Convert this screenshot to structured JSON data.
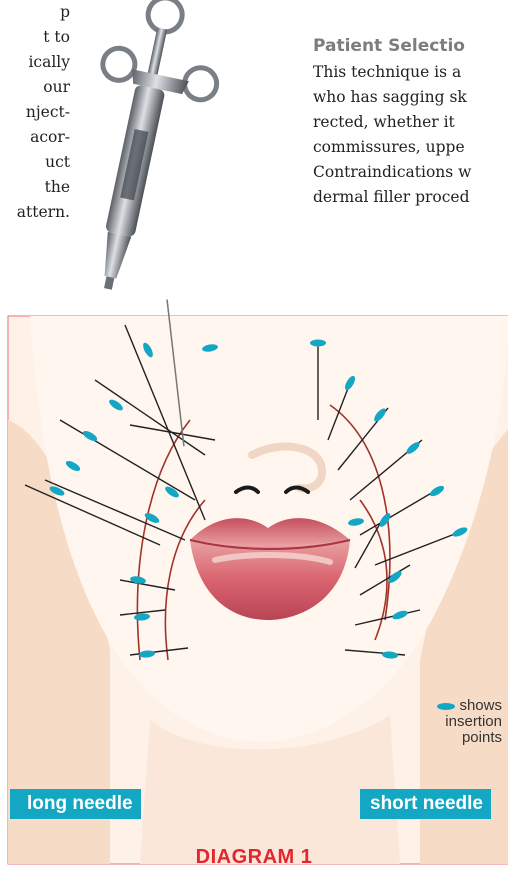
{
  "left_column": {
    "lines": [
      "p",
      "t to",
      "ically",
      "our",
      "nject-",
      "acor-",
      "uct",
      "the",
      "attern."
    ]
  },
  "right_column": {
    "heading": "Patient Selectio",
    "lines": [
      "This technique is a",
      "who has sagging sk",
      "rected, whether it",
      "commissures, uppe",
      "Contraindications w",
      "dermal filler proced"
    ]
  },
  "diagram": {
    "labels": {
      "long_needle": "long needle",
      "short_needle": "short needle"
    },
    "legend": {
      "line1": "shows",
      "line2": "insertion",
      "line3": "points"
    },
    "caption": "DIAGRAM 1",
    "colors": {
      "accent": "#13a7c4",
      "caption": "#e3262e",
      "border": "#e8727a",
      "skin": "#fce9da",
      "lip": "#d9636f",
      "guide_line": "#a0342b"
    }
  }
}
